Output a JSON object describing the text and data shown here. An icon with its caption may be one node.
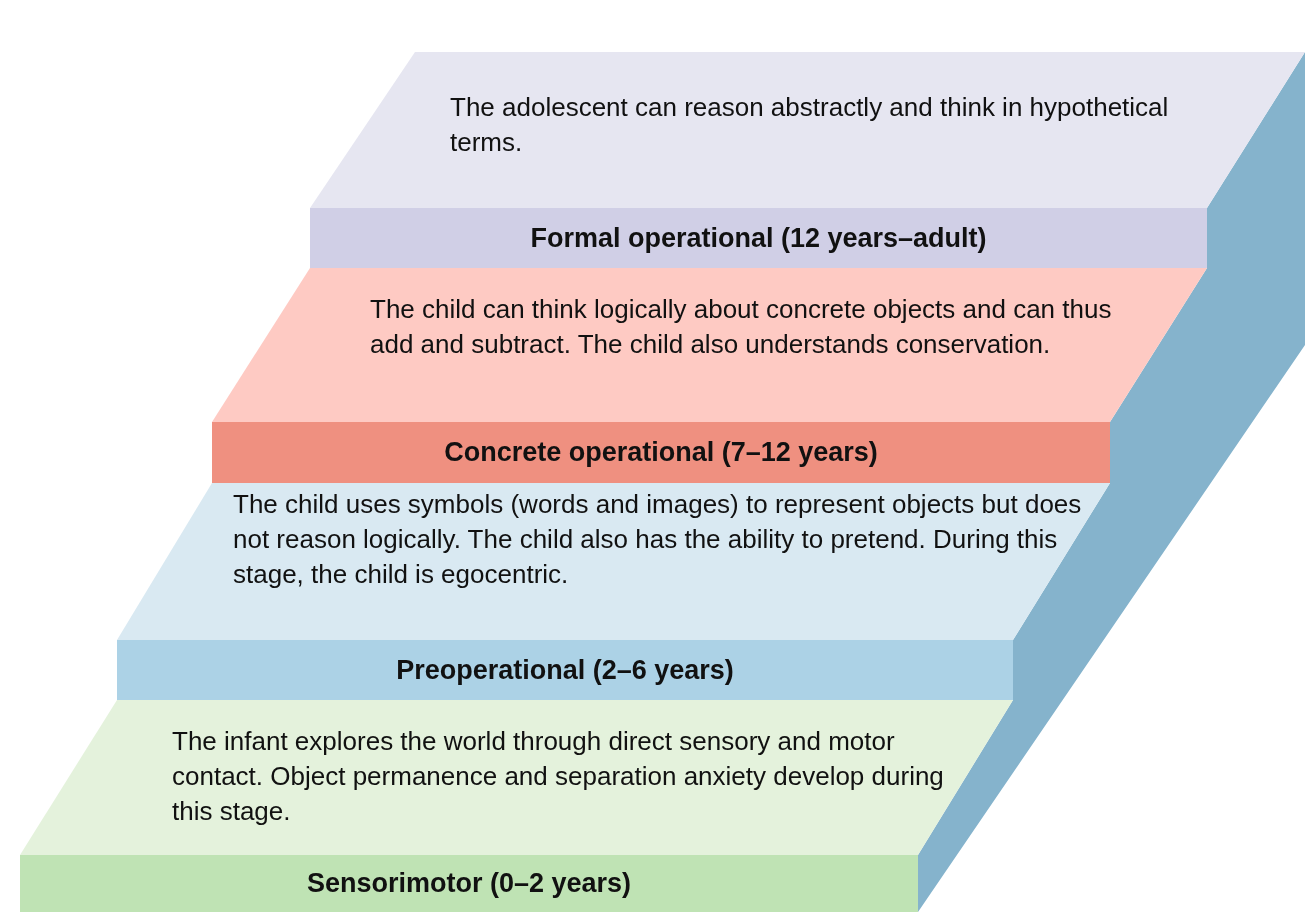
{
  "diagram": {
    "nodes": [
      {
        "text": [
          "The adolescent can reason abstractly and think in hypothetical terms."
        ]
      },
      {
        "text": [
          "Formal operational (12 years–adult)"
        ]
      },
      {
        "text": [
          "The child can think logically about concrete objects and can thus add and subtract. The child also understands conservation."
        ]
      },
      {
        "text": [
          "Concrete operational (7–12 years)"
        ]
      },
      {
        "text": [
          "The child uses symbols (words and images) to represent objects but does not reason logically. The child also has the ability to pretend. During this stage, the child is egocentric."
        ]
      },
      {
        "text": [
          "Preoperational (2–6 years)"
        ]
      },
      {
        "text": [
          "The infant explores the world through direct sensory and motor contact. Object permanence and separation anxiety develop during this stage."
        ]
      },
      {
        "text": [
          "Sensorimotor (0–2 years)"
        ]
      }
    ]
  }
}
